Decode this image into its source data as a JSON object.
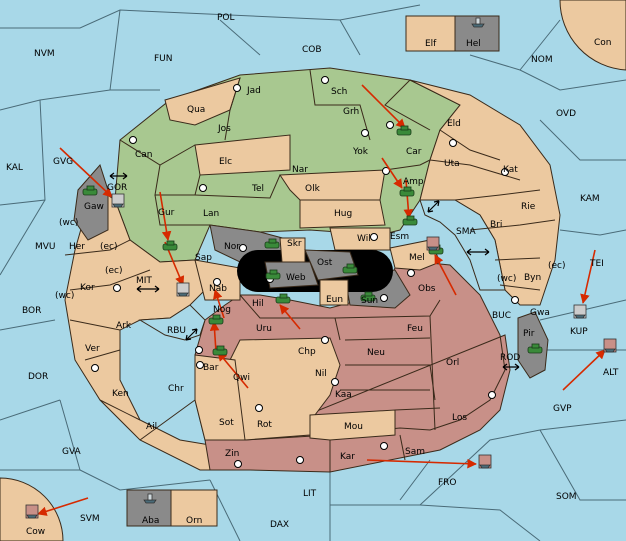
{
  "colors": {
    "sea": "#a8d8e8",
    "green": "#a8c890",
    "tan": "#ecc9a0",
    "red": "#c89088",
    "gray": "#8a8a8a",
    "black": "#000000",
    "order_arrow": "#d62a00",
    "army_unit": "#3a8a3a"
  },
  "sea_regions": [
    {
      "id": "POL",
      "label": "POL"
    },
    {
      "id": "NVM",
      "label": "NVM"
    },
    {
      "id": "FUN",
      "label": "FUN"
    },
    {
      "id": "COB",
      "label": "COB"
    },
    {
      "id": "NOM",
      "label": "NOM"
    },
    {
      "id": "OVD",
      "label": "OVD"
    },
    {
      "id": "KAL",
      "label": "KAL"
    },
    {
      "id": "GVG",
      "label": "GVG"
    },
    {
      "id": "GOR",
      "label": "GOR"
    },
    {
      "id": "MVU",
      "label": "MVU"
    },
    {
      "id": "MIT",
      "label": "MIT"
    },
    {
      "id": "BOR",
      "label": "BOR"
    },
    {
      "id": "RBU",
      "label": "RBU"
    },
    {
      "id": "DOR",
      "label": "DOR"
    },
    {
      "id": "GVA",
      "label": "GVA"
    },
    {
      "id": "SMA",
      "label": "SMA"
    },
    {
      "id": "KAM",
      "label": "KAM"
    },
    {
      "id": "TEI",
      "label": "TEI"
    },
    {
      "id": "BUC",
      "label": "BUC"
    },
    {
      "id": "ROD",
      "label": "ROD"
    },
    {
      "id": "GVP",
      "label": "GVP"
    },
    {
      "id": "KUP",
      "label": "KUP"
    },
    {
      "id": "ALT",
      "label": "ALT"
    },
    {
      "id": "FRO",
      "label": "FRO"
    },
    {
      "id": "SOM",
      "label": "SOM"
    },
    {
      "id": "SVM",
      "label": "SVM"
    },
    {
      "id": "LIT",
      "label": "LIT"
    },
    {
      "id": "DAX",
      "label": "DAX"
    }
  ],
  "land_regions": [
    {
      "id": "Jad",
      "label": "Jad"
    },
    {
      "id": "Sch",
      "label": "Sch"
    },
    {
      "id": "Qua",
      "label": "Qua"
    },
    {
      "id": "Jos",
      "label": "Jos"
    },
    {
      "id": "Grh",
      "label": "Grh"
    },
    {
      "id": "Eld",
      "label": "Eld"
    },
    {
      "id": "Can",
      "label": "Can"
    },
    {
      "id": "Elc",
      "label": "Elc"
    },
    {
      "id": "Car",
      "label": "Car"
    },
    {
      "id": "Yok",
      "label": "Yok"
    },
    {
      "id": "Nar",
      "label": "Nar"
    },
    {
      "id": "Uta",
      "label": "Uta"
    },
    {
      "id": "Kat",
      "label": "Kat"
    },
    {
      "id": "Tel",
      "label": "Tel"
    },
    {
      "id": "Olk",
      "label": "Olk"
    },
    {
      "id": "Amp",
      "label": "Amp"
    },
    {
      "id": "Gaw",
      "label": "Gaw"
    },
    {
      "id": "Gur",
      "label": "Gur"
    },
    {
      "id": "Lan",
      "label": "Lan"
    },
    {
      "id": "Hug",
      "label": "Hug"
    },
    {
      "id": "Rie",
      "label": "Rie"
    },
    {
      "id": "Bri",
      "label": "Bri"
    },
    {
      "id": "Esm",
      "label": "Esm"
    },
    {
      "id": "Wil",
      "label": "Wil"
    },
    {
      "id": "Her",
      "label": "Her"
    },
    {
      "id": "Nor",
      "label": "Nor"
    },
    {
      "id": "Skr",
      "label": "Skr"
    },
    {
      "id": "Sap",
      "label": "Sap"
    },
    {
      "id": "Ost",
      "label": "Ost"
    },
    {
      "id": "Web",
      "label": "Web"
    },
    {
      "id": "Mel",
      "label": "Mel"
    },
    {
      "id": "Byn",
      "label": "Byn"
    },
    {
      "id": "Kor",
      "label": "Kor"
    },
    {
      "id": "Nab",
      "label": "Nab"
    },
    {
      "id": "Eun",
      "label": "Eun"
    },
    {
      "id": "Sun",
      "label": "Sun"
    },
    {
      "id": "Obs",
      "label": "Obs"
    },
    {
      "id": "Gwa",
      "label": "Gwa"
    },
    {
      "id": "Hil",
      "label": "Hil"
    },
    {
      "id": "Ark",
      "label": "Ark"
    },
    {
      "id": "Nog",
      "label": "Nog"
    },
    {
      "id": "Uru",
      "label": "Uru"
    },
    {
      "id": "Feu",
      "label": "Feu"
    },
    {
      "id": "Pir",
      "label": "Pir"
    },
    {
      "id": "Ver",
      "label": "Ver"
    },
    {
      "id": "Chp",
      "label": "Chp"
    },
    {
      "id": "Neu",
      "label": "Neu"
    },
    {
      "id": "Bar",
      "label": "Bar"
    },
    {
      "id": "Qwi",
      "label": "Qwi"
    },
    {
      "id": "Orl",
      "label": "Orl"
    },
    {
      "id": "Nil",
      "label": "Nil"
    },
    {
      "id": "Ken",
      "label": "Ken"
    },
    {
      "id": "Chr",
      "label": "Chr"
    },
    {
      "id": "Kaa",
      "label": "Kaa"
    },
    {
      "id": "Ail",
      "label": "Ail"
    },
    {
      "id": "Sot",
      "label": "Sot"
    },
    {
      "id": "Rot",
      "label": "Rot"
    },
    {
      "id": "Los",
      "label": "Los"
    },
    {
      "id": "Mou",
      "label": "Mou"
    },
    {
      "id": "Sam",
      "label": "Sam"
    },
    {
      "id": "Zin",
      "label": "Zin"
    },
    {
      "id": "Kar",
      "label": "Kar"
    },
    {
      "id": "Con",
      "label": "Con"
    },
    {
      "id": "Elf",
      "label": "Elf"
    },
    {
      "id": "Hel",
      "label": "Hel"
    },
    {
      "id": "Aba",
      "label": "Aba"
    },
    {
      "id": "Orn",
      "label": "Orn"
    },
    {
      "id": "Cow",
      "label": "Cow"
    }
  ],
  "coast_markers": [
    "(wc)",
    "(ec)",
    "(ec)",
    "(wc)",
    "(wc)",
    "(ec)"
  ],
  "units": {
    "army_count": 14,
    "fleet_count": 8
  }
}
